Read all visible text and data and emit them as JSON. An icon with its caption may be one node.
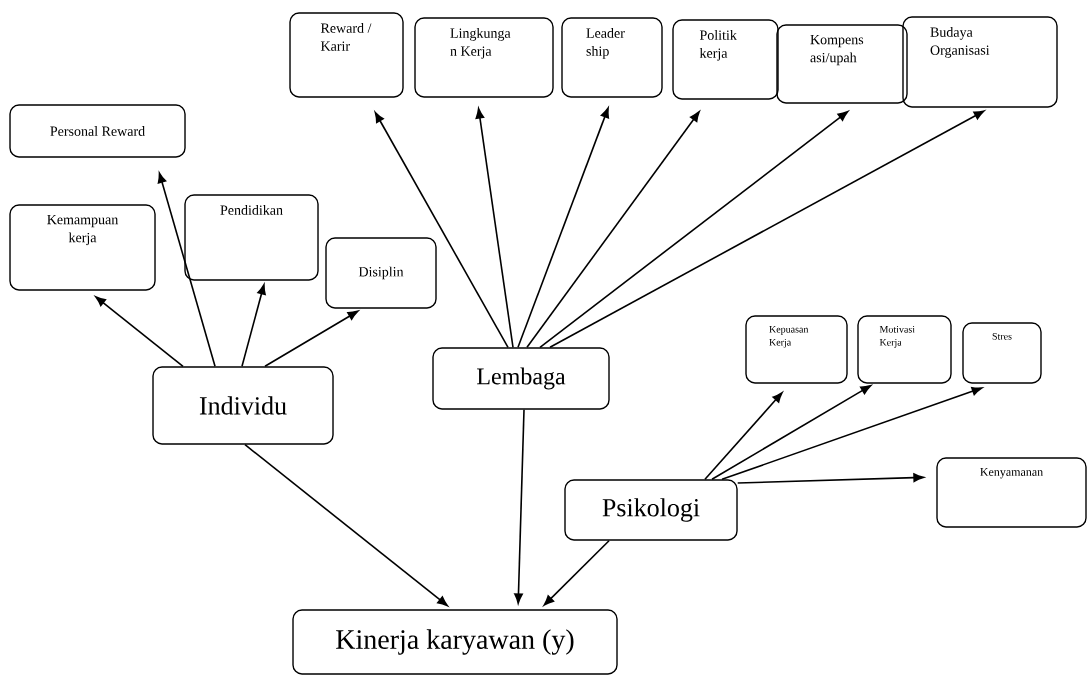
{
  "diagram": {
    "nodes": [
      {
        "text": [
          "Personal Reward"
        ]
      },
      {
        "text": [
          "Kemampuan kerja"
        ]
      },
      {
        "text": [
          "Pendidikan"
        ]
      },
      {
        "text": [
          "Disiplin"
        ]
      },
      {
        "text": [
          "Individu"
        ]
      },
      {
        "text": [
          "Reward / Karir"
        ]
      },
      {
        "text": [
          "Lingkunga n Kerja"
        ]
      },
      {
        "text": [
          "Leader ship"
        ]
      },
      {
        "text": [
          "Politik kerja"
        ]
      },
      {
        "text": [
          "Kompens asi/upah"
        ]
      },
      {
        "text": [
          "Budaya Organisasi"
        ]
      },
      {
        "text": [
          "Lembaga"
        ]
      },
      {
        "text": [
          "Kepuasan Kerja"
        ]
      },
      {
        "text": [
          "Motivasi Kerja"
        ]
      },
      {
        "text": [
          "Stres"
        ]
      },
      {
        "text": [
          "Psikologi"
        ]
      },
      {
        "text": [
          "Kenyamanan"
        ]
      },
      {
        "text": [
          "Kinerja karyawan (y)"
        ]
      }
    ],
    "edges": [
      {
        "from": 4,
        "to": 1,
        "arrow": "to"
      },
      {
        "from": 4,
        "to": 0,
        "arrow": "to"
      },
      {
        "from": 4,
        "to": 2,
        "arrow": "to"
      },
      {
        "from": 4,
        "to": 3,
        "arrow": "to"
      },
      {
        "from": 11,
        "to": 5,
        "arrow": "to"
      },
      {
        "from": 11,
        "to": 6,
        "arrow": "to"
      },
      {
        "from": 11,
        "to": 7,
        "arrow": "to"
      },
      {
        "from": 11,
        "to": 8,
        "arrow": "to"
      },
      {
        "from": 11,
        "to": 9,
        "arrow": "to"
      },
      {
        "from": 11,
        "to": 10,
        "arrow": "to"
      },
      {
        "from": 15,
        "to": 12,
        "arrow": "to"
      },
      {
        "from": 15,
        "to": 13,
        "arrow": "to"
      },
      {
        "from": 15,
        "to": 14,
        "arrow": "to"
      },
      {
        "from": 15,
        "to": 16,
        "arrow": "to"
      },
      {
        "from": 4,
        "to": 17,
        "arrow": "to"
      },
      {
        "from": 11,
        "to": 17,
        "arrow": "to"
      },
      {
        "from": 15,
        "to": 17,
        "arrow": "to"
      }
    ]
  }
}
